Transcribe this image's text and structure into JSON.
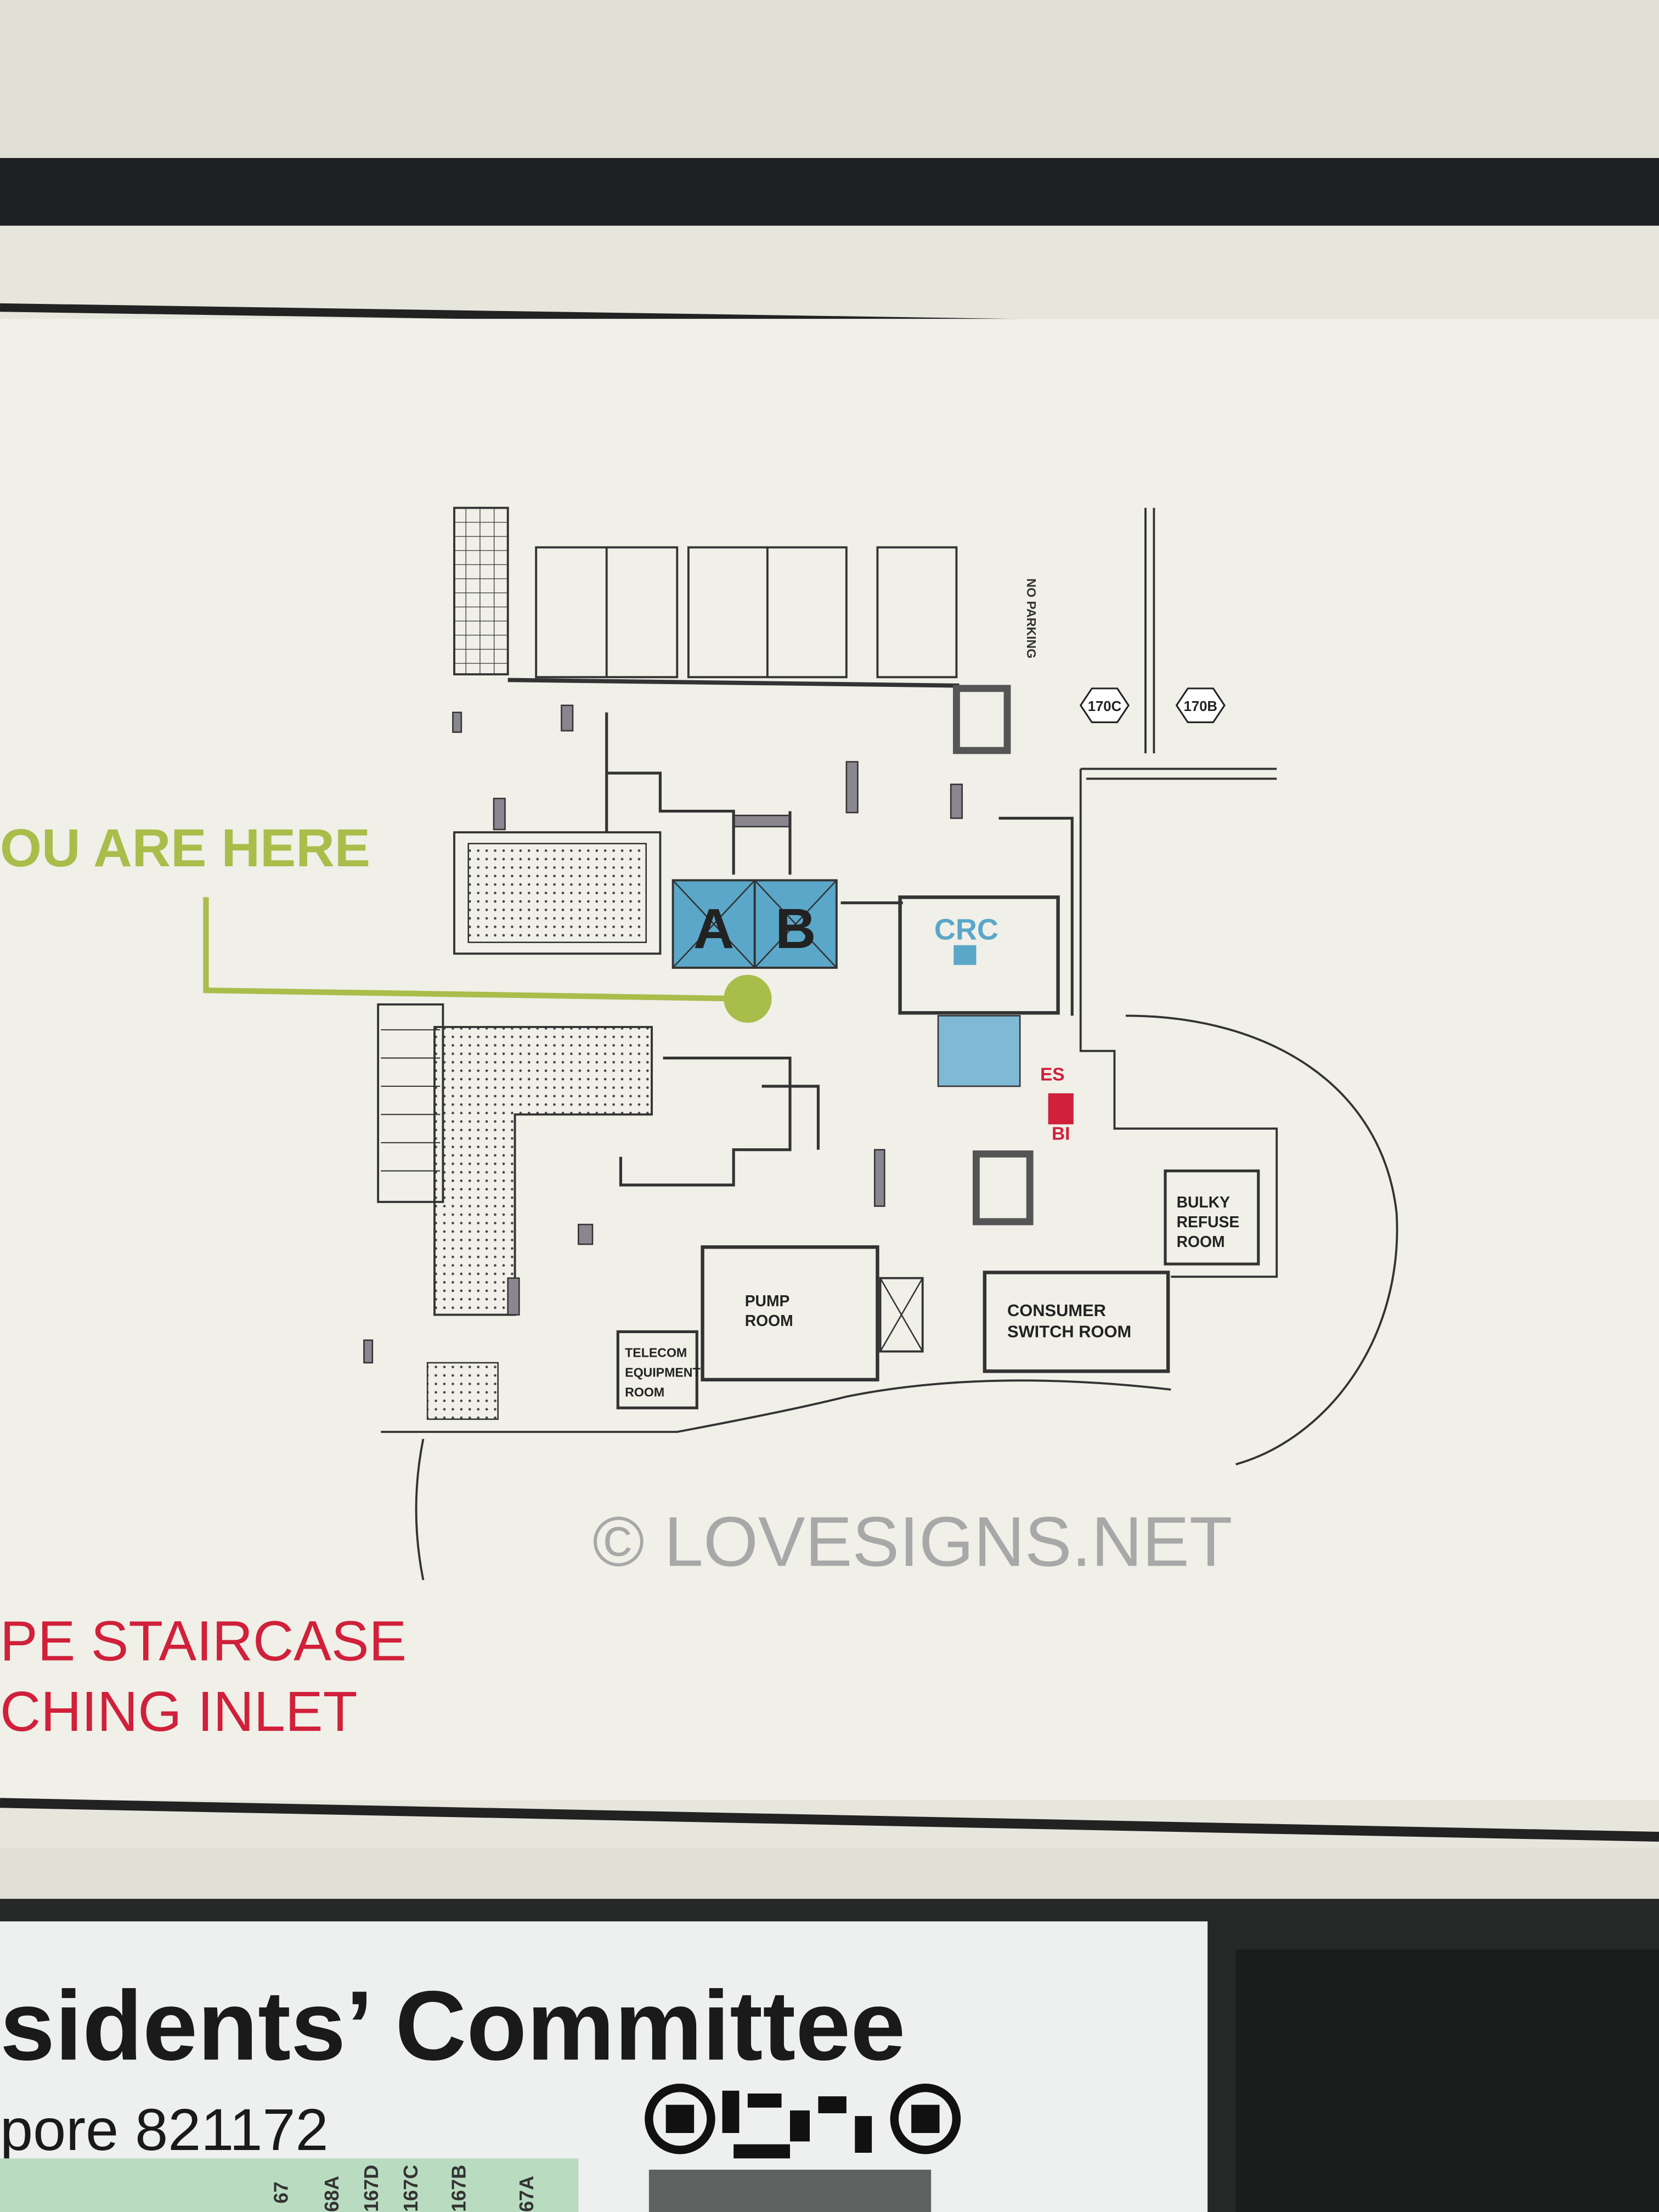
{
  "legend": {
    "you_are_here": "OU ARE HERE",
    "escape_staircase": "PE STAIRCASE",
    "breeching_inlet": "CHING INLET"
  },
  "lifts": {
    "a": "A",
    "b": "B"
  },
  "rooms": {
    "crc": "CRC",
    "es": "ES",
    "bi": "BI",
    "bulky_refuse": [
      "BULKY",
      "REFUSE",
      "ROOM"
    ],
    "consumer_switch": [
      "CONSUMER",
      "SWITCH ROOM"
    ],
    "pump": [
      "PUMP",
      "ROOM"
    ],
    "telecom": [
      "TELECOM",
      "EQUIPMENT",
      "ROOM"
    ],
    "no_parking": "NO PARKING"
  },
  "blocks": [
    "170C",
    "170B"
  ],
  "watermark": "© LOVESIGNS.NET",
  "footer": {
    "title": "sidents’ Committee",
    "address": "pore 821172",
    "map_blocks": [
      "68A",
      "167D",
      "167C",
      "167B",
      "67A",
      "67"
    ]
  },
  "colors": {
    "you_are_here": "#a9bd4a",
    "lift": "#5aa7c9",
    "red": "#d0203a",
    "wall": "#8a8690"
  }
}
